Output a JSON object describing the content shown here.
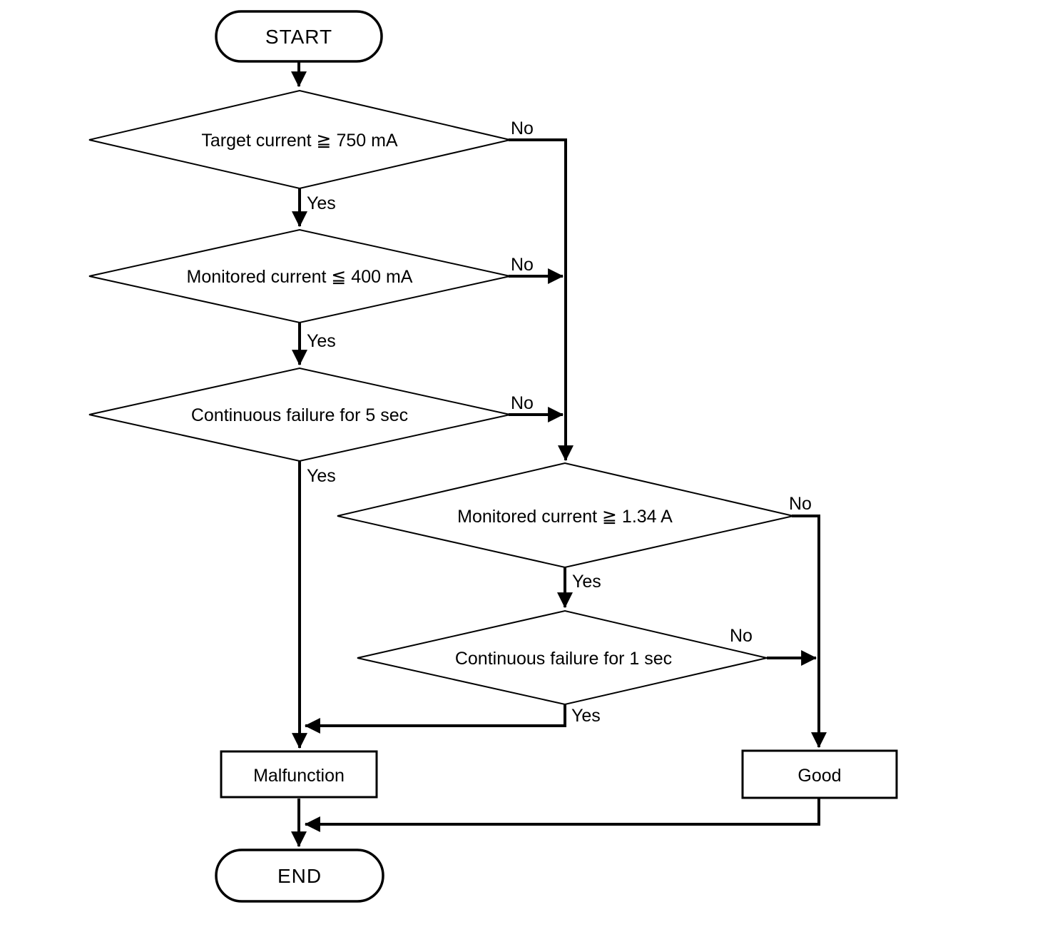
{
  "diagram": {
    "type": "flowchart",
    "background_color": "#ffffff",
    "line_color": "#000000",
    "labels": {
      "yes": "Yes",
      "no": "No"
    },
    "nodes": {
      "start": {
        "shape": "terminator",
        "label": "START"
      },
      "d1_target_current": {
        "shape": "decision",
        "label": "Target current ≧ 750 mA"
      },
      "d2_monitored_current_low": {
        "shape": "decision",
        "label": "Monitored current ≦ 400 mA"
      },
      "d3_continuous_failure_5sec": {
        "shape": "decision",
        "label": "Continuous failure for 5 sec"
      },
      "d4_monitored_current_high": {
        "shape": "decision",
        "label": "Monitored current ≧ 1.34 A"
      },
      "d5_continuous_failure_1sec": {
        "shape": "decision",
        "label": "Continuous failure for 1 sec"
      },
      "malfunction": {
        "shape": "process",
        "label": "Malfunction"
      },
      "good": {
        "shape": "process",
        "label": "Good"
      },
      "end": {
        "shape": "terminator",
        "label": "END"
      }
    },
    "edges": [
      {
        "from": "start",
        "to": "d1_target_current",
        "label": ""
      },
      {
        "from": "d1_target_current",
        "to": "d2_monitored_current_low",
        "label": "Yes"
      },
      {
        "from": "d1_target_current",
        "to": "d4_monitored_current_high",
        "label": "No"
      },
      {
        "from": "d2_monitored_current_low",
        "to": "d3_continuous_failure_5sec",
        "label": "Yes"
      },
      {
        "from": "d2_monitored_current_low",
        "to": "d4_monitored_current_high",
        "label": "No"
      },
      {
        "from": "d3_continuous_failure_5sec",
        "to": "malfunction",
        "label": "Yes"
      },
      {
        "from": "d3_continuous_failure_5sec",
        "to": "d4_monitored_current_high",
        "label": "No"
      },
      {
        "from": "d4_monitored_current_high",
        "to": "d5_continuous_failure_1sec",
        "label": "Yes"
      },
      {
        "from": "d4_monitored_current_high",
        "to": "good",
        "label": "No"
      },
      {
        "from": "d5_continuous_failure_1sec",
        "to": "malfunction",
        "label": "Yes"
      },
      {
        "from": "d5_continuous_failure_1sec",
        "to": "good",
        "label": "No"
      },
      {
        "from": "malfunction",
        "to": "end",
        "label": ""
      },
      {
        "from": "good",
        "to": "end",
        "label": ""
      }
    ]
  }
}
